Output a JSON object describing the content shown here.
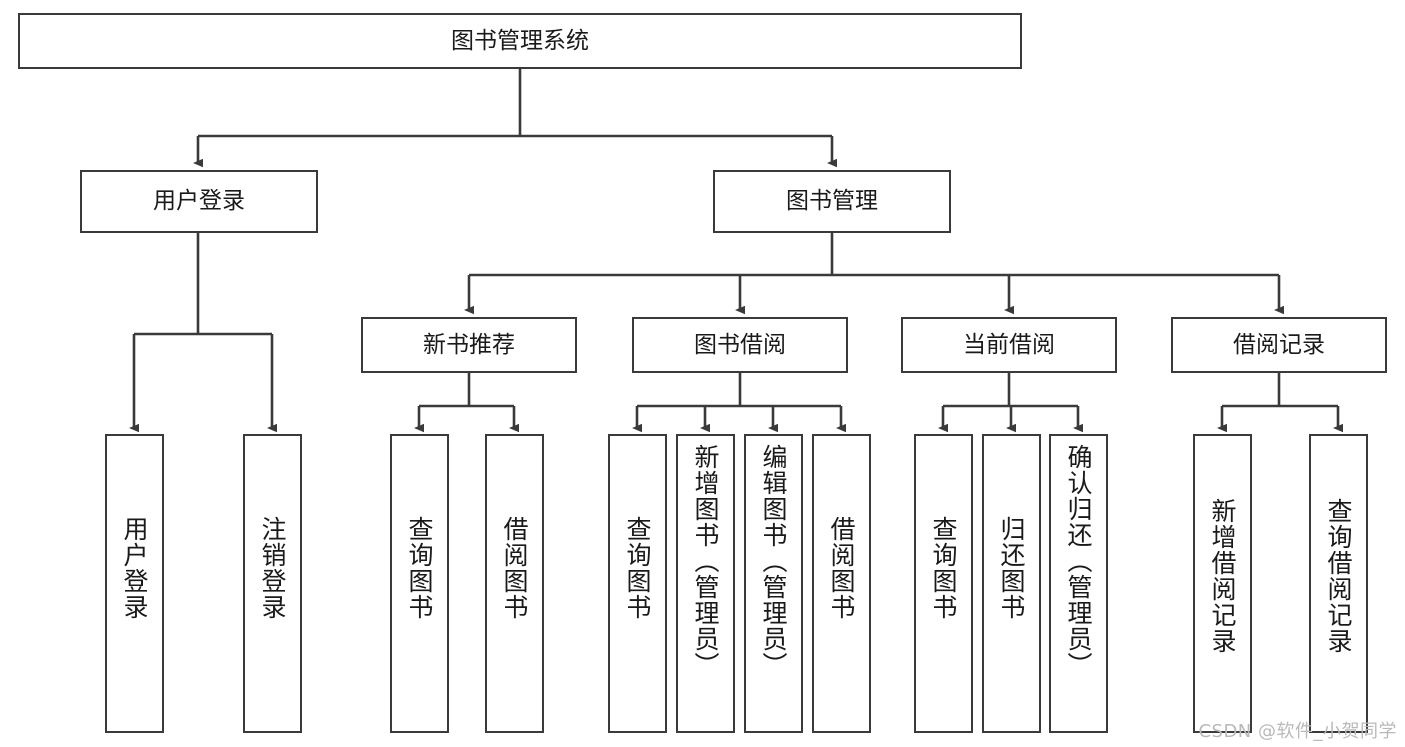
{
  "diagram": {
    "title": "图书管理系统",
    "type": "tree-hierarchy-diagram",
    "watermark": "CSDN @软件_小贺同学",
    "colors": {
      "box_border": "#3a3a3a",
      "box_fill": "#ffffff",
      "edge": "#3a3a3a",
      "text": "#1a1a1a",
      "background": "#ffffff",
      "watermark": "#b9b9b9"
    },
    "nodes": {
      "root": {
        "label": "图书管理系统"
      },
      "level2": [
        {
          "label": "用户登录"
        },
        {
          "label": "图书管理"
        }
      ],
      "level3": [
        {
          "label": "新书推荐"
        },
        {
          "label": "图书借阅"
        },
        {
          "label": "当前借阅"
        },
        {
          "label": "借阅记录"
        }
      ],
      "leaves": {
        "user_login": [
          {
            "label": "用户登录"
          },
          {
            "label": "注销登录"
          }
        ],
        "new_book_recommend": [
          {
            "label": "查询图书"
          },
          {
            "label": "借阅图书"
          }
        ],
        "book_borrow": [
          {
            "label": "查询图书"
          },
          {
            "label": "新增图书（管理员）"
          },
          {
            "label": "编辑图书（管理员）"
          },
          {
            "label": "借阅图书"
          }
        ],
        "current_borrow": [
          {
            "label": "查询图书"
          },
          {
            "label": "归还图书"
          },
          {
            "label": "确认归还（管理员）"
          }
        ],
        "borrow_record": [
          {
            "label": "新增借阅记录"
          },
          {
            "label": "查询借阅记录"
          }
        ]
      }
    }
  }
}
